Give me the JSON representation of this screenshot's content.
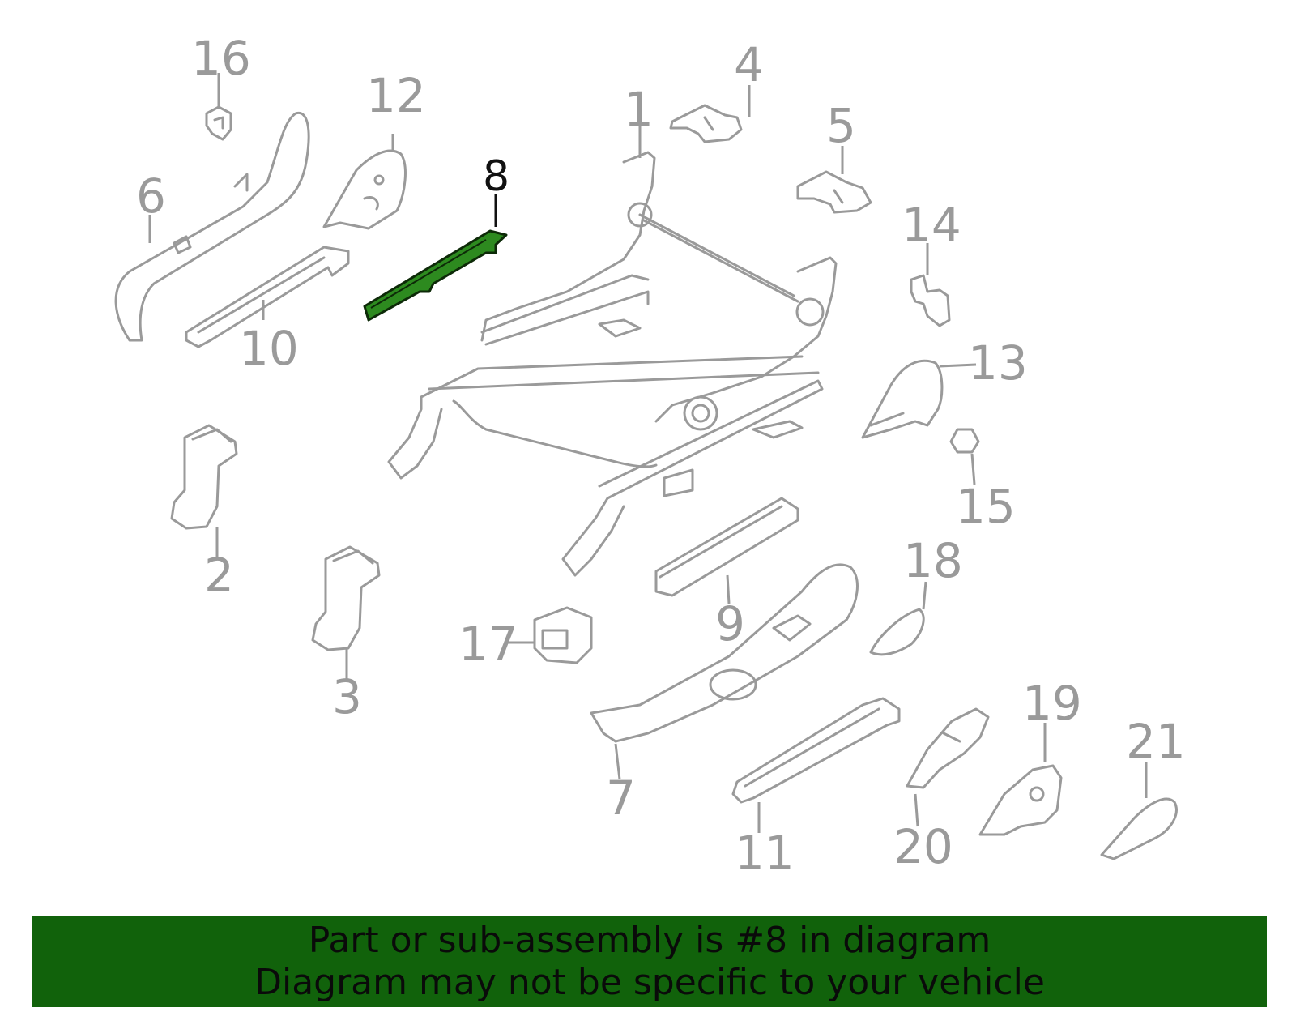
{
  "colors": {
    "part_line": "#9a9a9a",
    "highlight_fill": "#2d8a1f",
    "banner_bg": "#11620b",
    "banner_text": "#0a0a0a"
  },
  "callouts": [
    {
      "id": "1",
      "label": "1",
      "highlighted": false
    },
    {
      "id": "2",
      "label": "2",
      "highlighted": false
    },
    {
      "id": "3",
      "label": "3",
      "highlighted": false
    },
    {
      "id": "4",
      "label": "4",
      "highlighted": false
    },
    {
      "id": "5",
      "label": "5",
      "highlighted": false
    },
    {
      "id": "6",
      "label": "6",
      "highlighted": false
    },
    {
      "id": "7",
      "label": "7",
      "highlighted": false
    },
    {
      "id": "8",
      "label": "8",
      "highlighted": true
    },
    {
      "id": "9",
      "label": "9",
      "highlighted": false
    },
    {
      "id": "10",
      "label": "10",
      "highlighted": false
    },
    {
      "id": "11",
      "label": "11",
      "highlighted": false
    },
    {
      "id": "12",
      "label": "12",
      "highlighted": false
    },
    {
      "id": "13",
      "label": "13",
      "highlighted": false
    },
    {
      "id": "14",
      "label": "14",
      "highlighted": false
    },
    {
      "id": "15",
      "label": "15",
      "highlighted": false
    },
    {
      "id": "16",
      "label": "16",
      "highlighted": false
    },
    {
      "id": "17",
      "label": "17",
      "highlighted": false
    },
    {
      "id": "18",
      "label": "18",
      "highlighted": false
    },
    {
      "id": "19",
      "label": "19",
      "highlighted": false
    },
    {
      "id": "20",
      "label": "20",
      "highlighted": false
    },
    {
      "id": "21",
      "label": "21",
      "highlighted": false
    }
  ],
  "banner": {
    "line1": "Part or sub-assembly is #8 in diagram",
    "line2": "Diagram may not be specific to your vehicle"
  }
}
